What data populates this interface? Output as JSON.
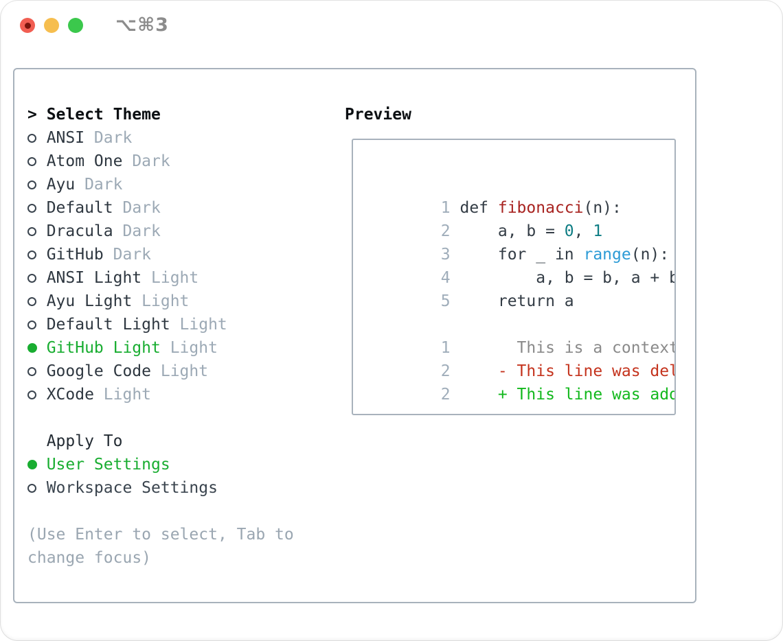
{
  "window": {
    "title": "⌥⌘3"
  },
  "colors": {
    "accent_green": "#19AD31",
    "tag_gray": "#9CA9B5",
    "help_gray": "#9AA6B1",
    "text_dark": "#2E3740",
    "code_fg": "#333C45",
    "line_number_gray": "#9FADBA",
    "function_red": "#A82320",
    "number_teal": "#0E7D84",
    "builtin_blue": "#2C9BD6",
    "context_gray": "#8A8A8A",
    "deleted_red": "#C4331D",
    "added_green": "#13B81D",
    "border_gray": "#A8B2BC",
    "traffic_red": "#F15E52",
    "traffic_yellow": "#F6BE4F",
    "traffic_green": "#3BC84C"
  },
  "theme_panel": {
    "header_caret": ">",
    "header_label": "Select Theme",
    "themes": [
      {
        "name": "ANSI",
        "tag": "Dark",
        "selected": false
      },
      {
        "name": "Atom One",
        "tag": "Dark",
        "selected": false
      },
      {
        "name": "Ayu",
        "tag": "Dark",
        "selected": false
      },
      {
        "name": "Default",
        "tag": "Dark",
        "selected": false
      },
      {
        "name": "Dracula",
        "tag": "Dark",
        "selected": false
      },
      {
        "name": "GitHub",
        "tag": "Dark",
        "selected": false
      },
      {
        "name": "ANSI Light",
        "tag": "Light",
        "selected": false
      },
      {
        "name": "Ayu Light",
        "tag": "Light",
        "selected": false
      },
      {
        "name": "Default Light",
        "tag": "Light",
        "selected": false
      },
      {
        "name": "GitHub Light",
        "tag": "Light",
        "selected": true
      },
      {
        "name": "Google Code",
        "tag": "Light",
        "selected": false
      },
      {
        "name": "XCode",
        "tag": "Light",
        "selected": false
      }
    ],
    "apply_to_label": "Apply To",
    "apply_to_options": [
      {
        "name": "User Settings",
        "selected": true
      },
      {
        "name": "Workspace Settings",
        "selected": false
      }
    ],
    "help_line1": "(Use Enter to select, Tab to",
    "help_line2": "change focus)"
  },
  "preview": {
    "label": "Preview",
    "code_lines": [
      {
        "num": "1",
        "segments": [
          {
            "text": "def "
          },
          {
            "text": "fibonacci"
          },
          {
            "text": "(n):"
          }
        ]
      },
      {
        "num": "2",
        "segments": [
          {
            "text": "    a, b = "
          },
          {
            "text": "0"
          },
          {
            "text": ", "
          },
          {
            "text": "1"
          }
        ]
      },
      {
        "num": "3",
        "segments": [
          {
            "text": "    for _ in "
          },
          {
            "text": "range"
          },
          {
            "text": "(n):"
          }
        ]
      },
      {
        "num": "4",
        "segments": [
          {
            "text": "        a, b = b, a + b"
          }
        ]
      },
      {
        "num": "5",
        "segments": [
          {
            "text": "    return a"
          }
        ]
      }
    ],
    "diff_lines": [
      {
        "num": "1",
        "text": "      This is a context line.",
        "kind": "context"
      },
      {
        "num": "2",
        "text": "    - This line was deleted.",
        "kind": "deleted"
      },
      {
        "num": "2",
        "text": "    + This line was added.",
        "kind": "added"
      }
    ]
  }
}
